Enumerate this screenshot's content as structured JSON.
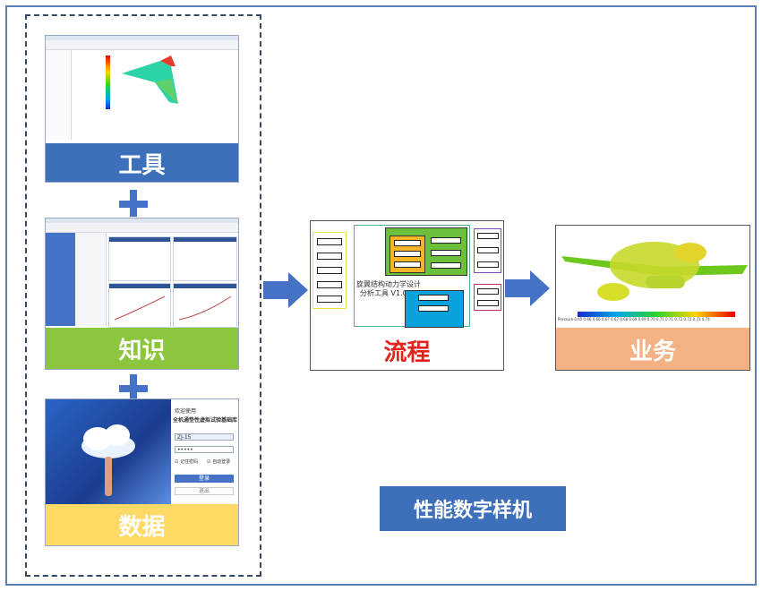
{
  "left_group": {
    "tool_label": "工具",
    "knowledge_label": "知识",
    "data_label": "数据"
  },
  "login_screen": {
    "welcome": "欢迎使用",
    "system_title": "全机通垫性虚拟试验基础库",
    "username_value": "ZJ-15",
    "password_value": "•••••",
    "remember_label": "记住密码",
    "auto_login_label": "自动登录",
    "login_button": "登录",
    "exit_button": "退出"
  },
  "process": {
    "label": "流程",
    "tool_name": "旋翼结构动力学设计",
    "tool_version": "分析工具 V1.0"
  },
  "business": {
    "label": "业务",
    "legend_title": "Pressure",
    "legend_ticks": "0.65 0.66 0.66 0.67 0.67 0.68 0.69 0.69 0.70 0.71 0.71 0.72 0.72 0.73 0.74"
  },
  "summary_label": "性能数字样机",
  "colors": {
    "tool_banner": "#3d6fba",
    "knowledge_banner": "#8cc63f",
    "data_banner": "#ffd966",
    "process_label": "#e0231c",
    "business_banner": "#f4b183",
    "arrow": "#4472c4"
  },
  "icons": [
    "plus-icon",
    "arrow-right-icon",
    "cloud-icon",
    "hand-icon",
    "aircraft-icon",
    "wing-icon"
  ]
}
